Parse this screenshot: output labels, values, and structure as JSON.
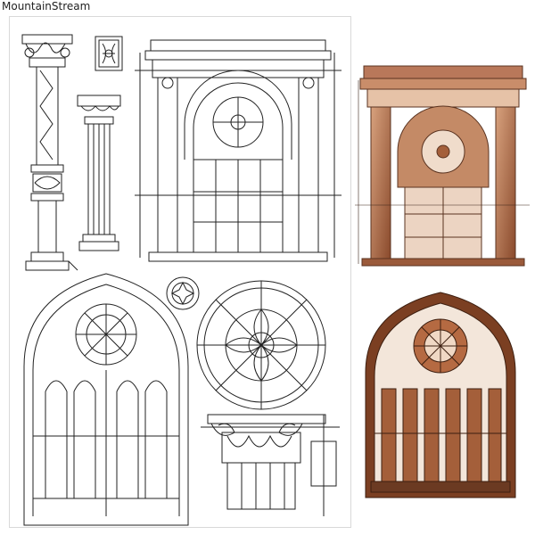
{
  "watermark": {
    "text": "MountainStream"
  },
  "colors": {
    "ink": "#222222",
    "sepia_dark": "#6b3a22",
    "sepia_mid": "#a45f3a",
    "sepia_light": "#d8a27e",
    "paper": "#ffffff"
  },
  "stamps": [
    {
      "name": "corinthian-column-stamp"
    },
    {
      "name": "ornament-tile-stamp"
    },
    {
      "name": "fluted-column-stamp"
    },
    {
      "name": "doorway-blueprint-stamp"
    },
    {
      "name": "small-rosette-stamp"
    },
    {
      "name": "gothic-window-stamp"
    },
    {
      "name": "rose-window-stamp"
    },
    {
      "name": "capital-blueprint-stamp"
    }
  ],
  "previews": [
    {
      "name": "colored-doorway-preview"
    },
    {
      "name": "colored-gothic-window-preview"
    }
  ]
}
